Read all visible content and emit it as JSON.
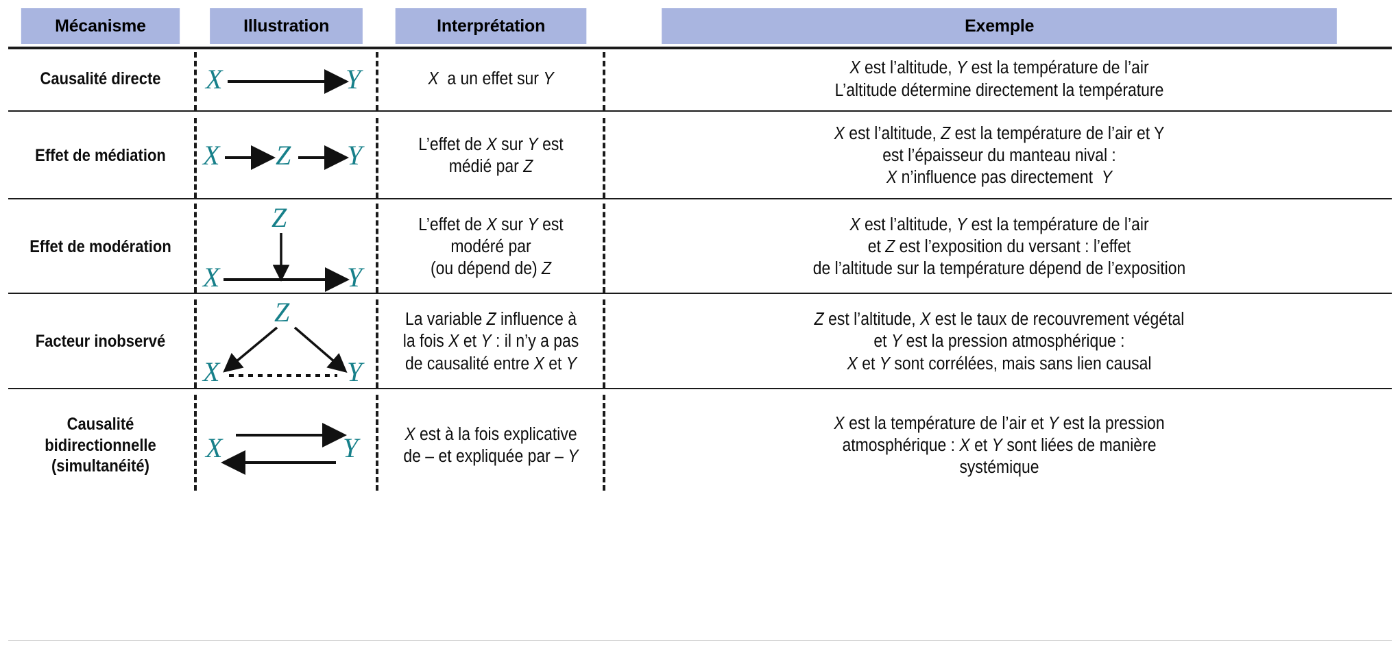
{
  "table": {
    "headers": [
      {
        "key": "mecanisme",
        "label": "Mécanisme"
      },
      {
        "key": "illustration",
        "label": "Illustration"
      },
      {
        "key": "interpretation",
        "label": "Interprétation"
      },
      {
        "key": "exemple",
        "label": "Exemple"
      }
    ],
    "header_background": "#a9b5e0",
    "variable_color": "#17808a",
    "rule_color": "#1a1a1a",
    "rows": [
      {
        "id": "causalite-directe",
        "mecanisme": "Causalité directe",
        "illustration": {
          "type": "direct-arrow",
          "nodes": [
            "X",
            "Y"
          ],
          "edges": [
            {
              "from": "X",
              "to": "Y",
              "style": "solid",
              "arrow": "single"
            }
          ]
        },
        "interpretation_lines": [
          "X  a un effet sur Y"
        ],
        "exemple_lines": [
          "X est l’altitude, Y est la température de l’air",
          "L’altitude détermine directement la température"
        ]
      },
      {
        "id": "effet-de-mediation",
        "mecanisme": "Effet de médiation",
        "illustration": {
          "type": "mediation",
          "nodes": [
            "X",
            "Z",
            "Y"
          ],
          "edges": [
            {
              "from": "X",
              "to": "Z",
              "style": "solid",
              "arrow": "single"
            },
            {
              "from": "Z",
              "to": "Y",
              "style": "solid",
              "arrow": "single"
            }
          ]
        },
        "interpretation_lines": [
          "L’effet de X sur Y est",
          "médié par Z"
        ],
        "exemple_lines": [
          "X est l’altitude, Z est la température de l’air et Y",
          "est l’épaisseur du manteau nival :",
          "X n’influence pas directement  Y"
        ]
      },
      {
        "id": "effet-de-moderation",
        "mecanisme": "Effet de modération",
        "illustration": {
          "type": "moderation",
          "nodes": [
            "Z",
            "X",
            "Y"
          ],
          "edges": [
            {
              "from": "X",
              "to": "Y",
              "style": "solid",
              "arrow": "single"
            },
            {
              "from": "Z",
              "to": "XY-edge",
              "style": "solid",
              "arrow": "single"
            }
          ]
        },
        "interpretation_lines": [
          "L’effet de X sur Y est",
          "modéré par",
          "(ou dépend de) Z"
        ],
        "exemple_lines": [
          "X est l’altitude, Y est la température de l’air",
          "et Z est l’exposition du versant : l’effet",
          "de l’altitude sur la température dépend de l’exposition"
        ]
      },
      {
        "id": "facteur-inobserve",
        "mecanisme": "Facteur inobservé",
        "illustration": {
          "type": "confounder",
          "nodes": [
            "Z",
            "X",
            "Y"
          ],
          "edges": [
            {
              "from": "Z",
              "to": "X",
              "style": "solid",
              "arrow": "single"
            },
            {
              "from": "Z",
              "to": "Y",
              "style": "solid",
              "arrow": "single"
            },
            {
              "from": "X",
              "to": "Y",
              "style": "dashed",
              "arrow": "none"
            }
          ]
        },
        "interpretation_lines": [
          "La variable Z influence à",
          "la fois X et Y : il n’y a pas",
          "de causalité entre X et Y"
        ],
        "exemple_lines": [
          "Z est l’altitude, X est le taux de recouvrement végétal",
          "et Y est la pression atmosphérique :",
          "X et Y sont corrélées, mais sans lien causal"
        ]
      },
      {
        "id": "causalite-bidirectionnelle",
        "mecanisme": "Causalité\nbidirectionnelle\n(simultanéité)",
        "mecanisme_lines": [
          "Causalité",
          "bidirectionnelle",
          "(simultanéité)"
        ],
        "illustration": {
          "type": "bidirectional",
          "nodes": [
            "X",
            "Y"
          ],
          "edges": [
            {
              "from": "X",
              "to": "Y",
              "style": "solid",
              "arrow": "single"
            },
            {
              "from": "Y",
              "to": "X",
              "style": "solid",
              "arrow": "single"
            }
          ]
        },
        "interpretation_lines": [
          "X est à la fois explicative",
          "de – et expliquée par – Y"
        ],
        "exemple_lines": [
          "X est la température de l’air et Y est la pression",
          "atmosphérique : X et Y sont liées de manière",
          "systémique"
        ]
      }
    ]
  }
}
